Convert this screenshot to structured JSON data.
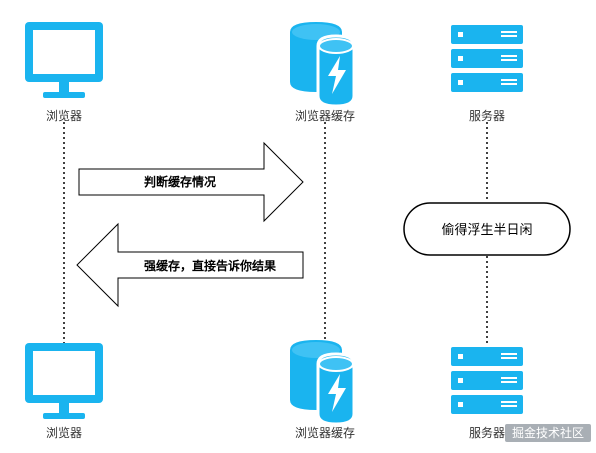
{
  "colors": {
    "icon_blue": "#1ab4ef",
    "icon_white": "#ffffff",
    "line": "#000000",
    "arrow_fill": "#ffffff",
    "watermark_bg": "#9aa1a8"
  },
  "icons": {
    "browser": "monitor-icon",
    "cache": "database-lightning-icon",
    "server": "server-rack-icon"
  },
  "top_labels": {
    "browser": "浏览器",
    "cache": "浏览器缓存",
    "server": "服务器"
  },
  "bottom_labels": {
    "browser": "浏览器",
    "cache": "浏览器缓存",
    "server": "服务器"
  },
  "arrows": {
    "request": "判断缓存情况",
    "response": "强缓存，直接告诉你结果"
  },
  "server_note": "偷得浮生半日闲",
  "watermark": "掘金技术社区"
}
